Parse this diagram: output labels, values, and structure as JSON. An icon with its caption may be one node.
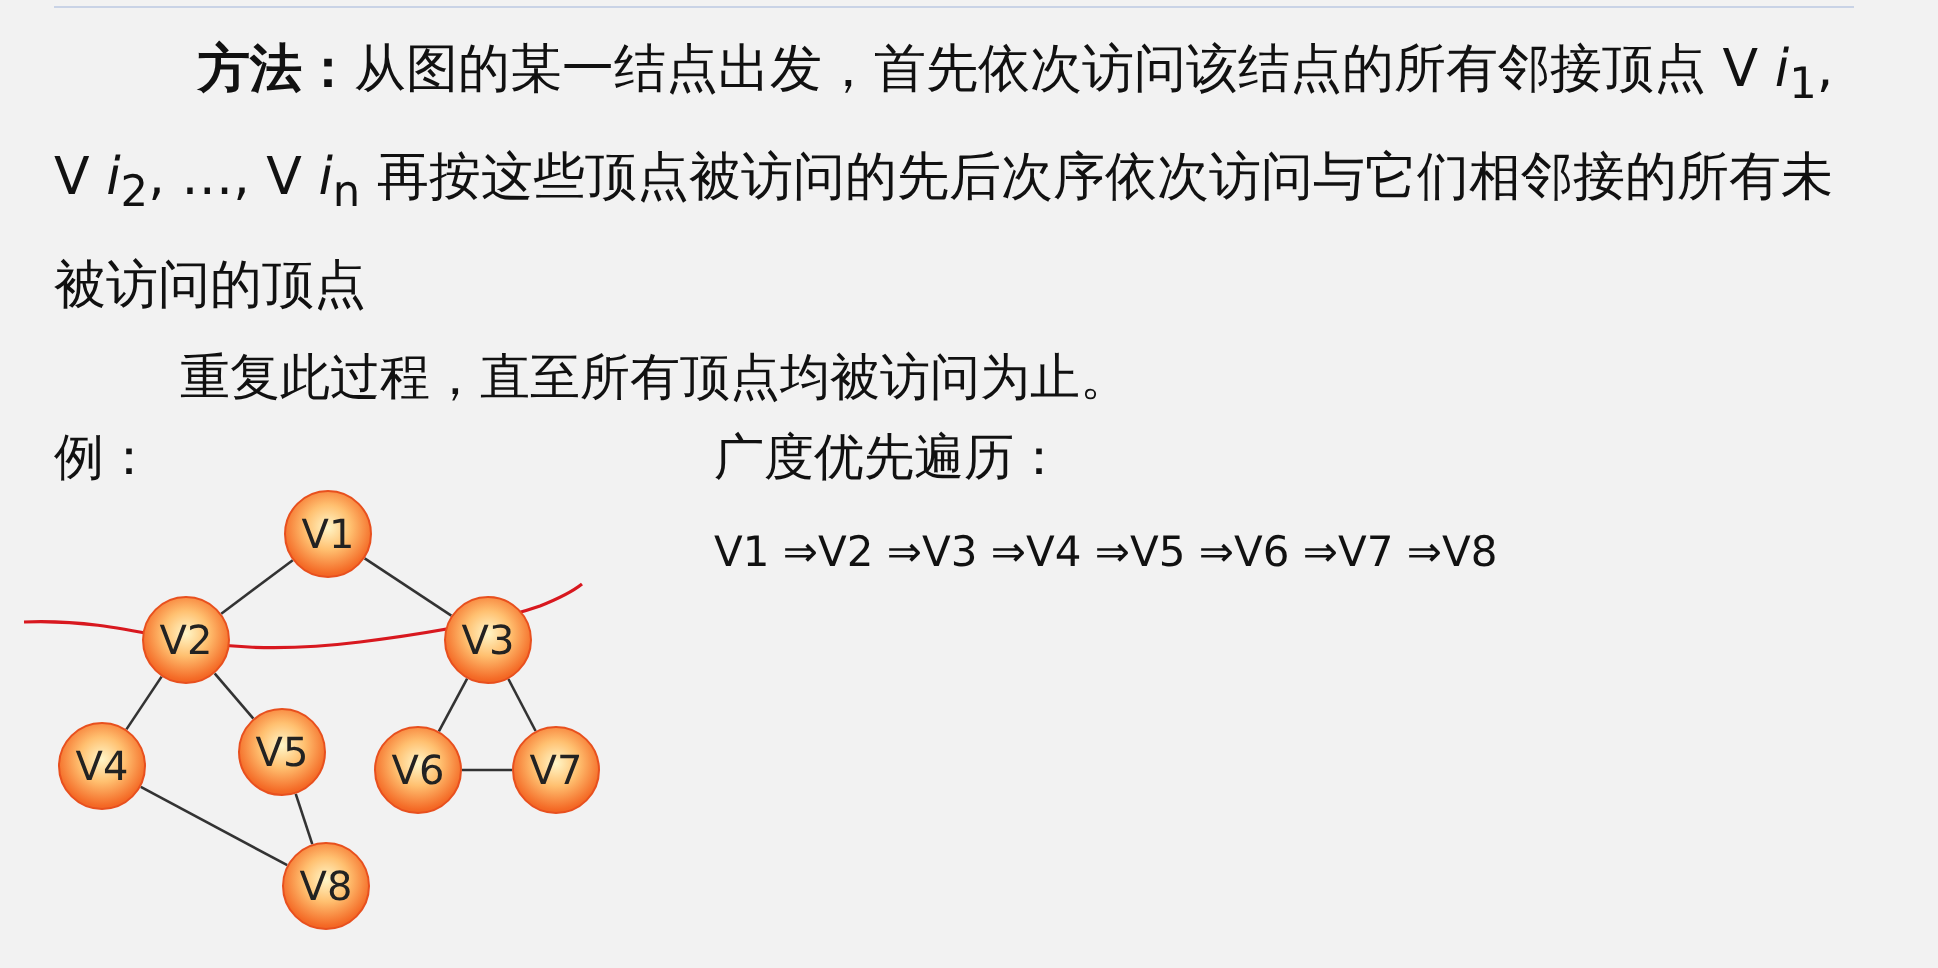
{
  "diagram": {
    "nodes": [
      {
        "text": [
          "V1"
        ]
      },
      {
        "text": [
          "V2"
        ]
      },
      {
        "text": [
          "V3"
        ]
      },
      {
        "text": [
          "V4"
        ]
      },
      {
        "text": [
          "V5"
        ]
      },
      {
        "text": [
          "V6"
        ]
      },
      {
        "text": [
          "V7"
        ]
      },
      {
        "text": [
          "V8"
        ]
      }
    ],
    "edges": [
      {
        "from": 0,
        "to": 1,
        "arrow": "none"
      },
      {
        "from": 0,
        "to": 2,
        "arrow": "none"
      },
      {
        "from": 1,
        "to": 3,
        "arrow": "none"
      },
      {
        "from": 1,
        "to": 4,
        "arrow": "none"
      },
      {
        "from": 2,
        "to": 5,
        "arrow": "none"
      },
      {
        "from": 2,
        "to": 6,
        "arrow": "none"
      },
      {
        "from": 5,
        "to": 6,
        "arrow": "none"
      },
      {
        "from": 3,
        "to": 7,
        "arrow": "none"
      },
      {
        "from": 4,
        "to": 7,
        "arrow": "none"
      }
    ],
    "labels": [
      "**方法：**从图的某一结点出发，首先依次访问该结点的所有邻接顶点 V *i*$_{1}$, V *i*$_{2}$, …, V *i*$_{n}$ 再按这些顶点被访问的先后次序依次访问与它们相邻接的所有未被访问的顶点",
      "重复此过程，直至所有顶点均被访问为止。",
      "例：",
      "广度优先遍历：",
      "V1 ⇒V2 ⇒V3 ⇒V4 ⇒V5 ⇒V6 ⇒V7 ⇒V8"
    ]
  }
}
